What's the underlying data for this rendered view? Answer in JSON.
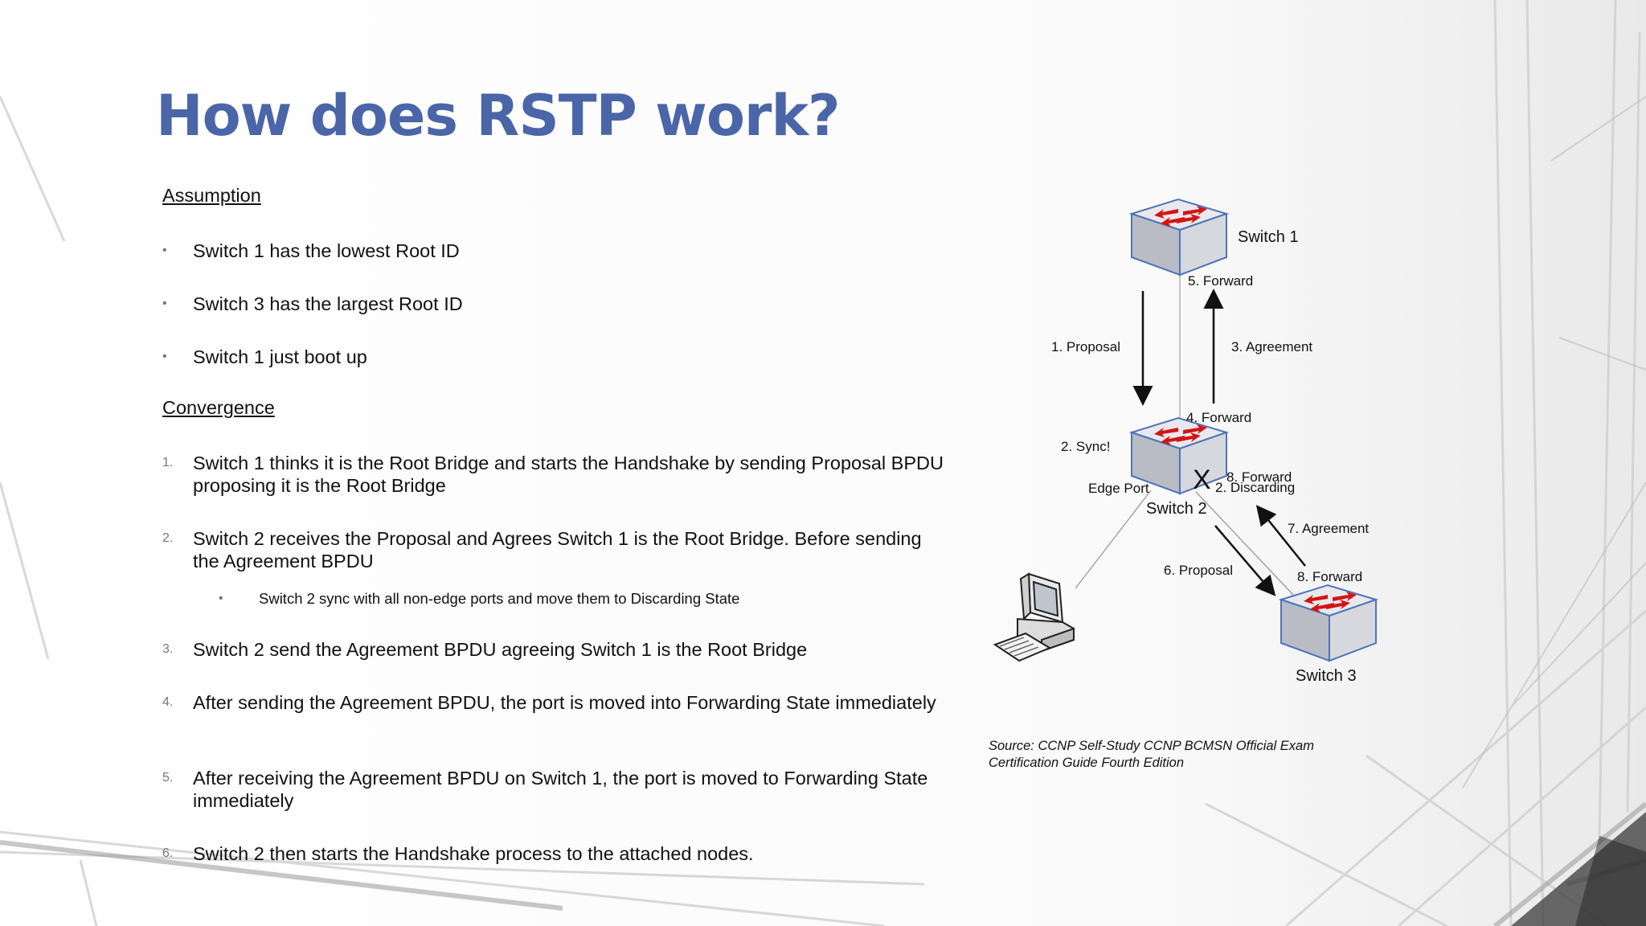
{
  "title": "How does RSTP work?",
  "assumption": {
    "heading": "Assumption",
    "bullets": [
      "Switch 1 has the lowest Root ID",
      "Switch 3 has the largest Root ID",
      "Switch 1 just boot up"
    ]
  },
  "convergence": {
    "heading": "Convergence",
    "steps": [
      {
        "num": "1.",
        "text": "Switch 1 thinks it is the Root Bridge and starts the Handshake by sending Proposal BPDU proposing it is the Root Bridge"
      },
      {
        "num": "2.",
        "text": "Switch 2 receives the Proposal and Agrees Switch 1 is the Root Bridge. Before sending the Agreement BPDU"
      },
      {
        "num": "3.",
        "text": "Switch 2 send the Agreement BPDU agreeing Switch 1 is the Root Bridge"
      },
      {
        "num": "4.",
        "text": "After sending the Agreement BPDU, the port is moved into Forwarding State immediately"
      },
      {
        "num": "5.",
        "text": "After receiving the Agreement BPDU on Switch 1, the port is moved to Forwarding State immediately"
      },
      {
        "num": "6.",
        "text": "Switch 2 then starts the Handshake process to the attached nodes."
      }
    ],
    "sub_bullet": "Switch 2 sync with all non-edge ports and move them to Discarding State"
  },
  "bullet_glyph": "•",
  "diagram": {
    "switch1": "Switch 1",
    "switch2": "Switch 2",
    "switch3": "Switch 3",
    "forward5": "5. Forward",
    "proposal1": "1. Proposal",
    "agreement3": "3. Agreement",
    "forward4": "4. Forward",
    "sync2": "2. Sync!",
    "edge_port": "Edge Port",
    "forward8a": "8. Forward",
    "discarding2": "2. Discarding",
    "blocked_mark": "X",
    "agreement7": "7. Agreement",
    "proposal6": "6. Proposal",
    "forward8b": "8. Forward",
    "pc_icon": "desktop-computer-icon",
    "switch_icon": "network-switch-icon"
  },
  "source": {
    "line1": "Source: CCNP Self-Study CCNP BCMSN Official Exam",
    "line2": "Certification Guide Fourth Edition"
  },
  "colors": {
    "title": "#4a65a8",
    "switch_top": "#e5e7ec",
    "switch_outline": "#4e74b8",
    "arrow_red": "#d41414"
  }
}
